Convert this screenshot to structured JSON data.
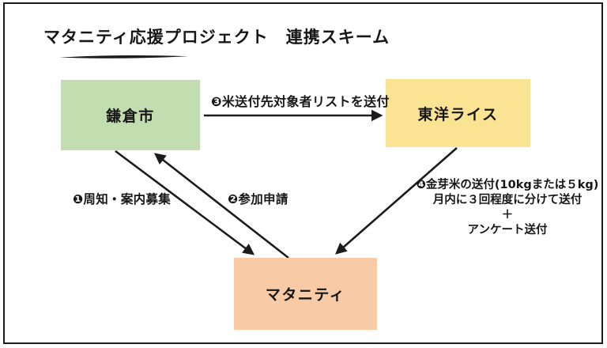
{
  "title": "マタニティ応援プロジェクト　連携スキーム",
  "nodes": {
    "kamakura": {
      "label": "鎌倉市",
      "color": "#c2ddb0"
    },
    "toyo": {
      "label": "東洋ライス",
      "color": "#fbe394"
    },
    "maternity": {
      "label": "マタニティ",
      "color": "#f8cba6"
    }
  },
  "arrows": {
    "notice": {
      "label": "❶周知・案内募集",
      "from": "鎌倉市",
      "to": "マタニティ"
    },
    "apply": {
      "label": "❷参加申請",
      "from": "マタニティ",
      "to": "鎌倉市"
    },
    "send_list": {
      "label": "❸米送付先対象者リストを送付",
      "from": "鎌倉市",
      "to": "東洋ライス"
    },
    "send_rice": {
      "lines": [
        "❹金芽米の送付(10kgまたは５kg)",
        "月内に３回程度に分けて送付",
        "＋",
        "アンケート送付"
      ],
      "from": "東洋ライス",
      "to": "マタニティ"
    }
  },
  "ink_color": "#1b1b1b"
}
